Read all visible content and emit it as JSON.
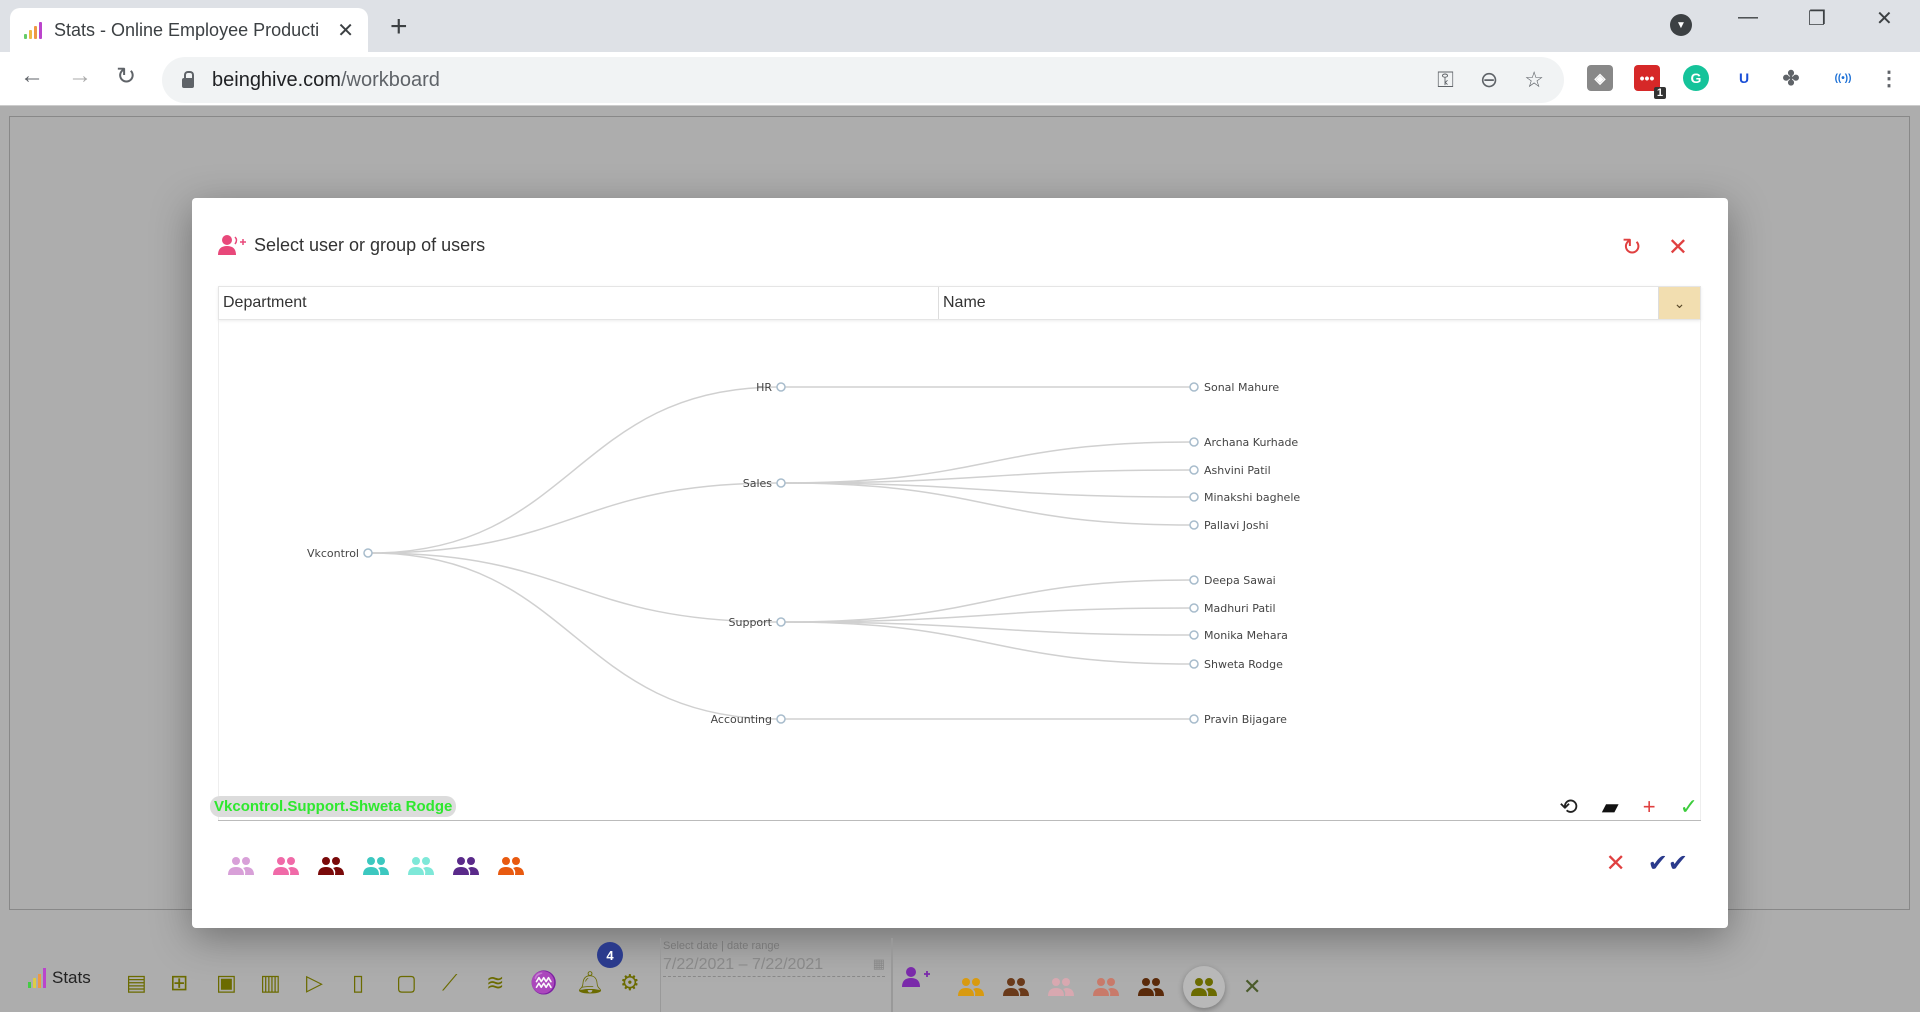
{
  "browser": {
    "tab_title": "Stats - Online Employee Producti",
    "url_host": "beinghive.com",
    "url_path": "/workboard",
    "extension_badge": "1"
  },
  "modal": {
    "title": "Select user or group of users",
    "columns": [
      "Department",
      "Name"
    ],
    "selected_path": "Vkcontrol.Support.Shweta Rodge",
    "tree": {
      "root": "Vkcontrol",
      "departments": [
        {
          "name": "HR",
          "members": [
            "Sonal Mahure"
          ]
        },
        {
          "name": "Sales",
          "members": [
            "Archana Kurhade",
            "Ashvini Patil",
            "Minakshi baghele",
            "Pallavi Joshi"
          ]
        },
        {
          "name": "Support",
          "members": [
            "Deepa Sawai",
            "Madhuri Patil",
            "Monika Mehara",
            "Shweta Rodge"
          ]
        },
        {
          "name": "Accounting",
          "members": [
            "Pravin Bijagare"
          ]
        }
      ]
    },
    "group_colors": [
      "#d8a0d8",
      "#f06aa8",
      "#7a0a0a",
      "#3cc8c0",
      "#7ee8d8",
      "#5a2a8a",
      "#e85a10"
    ]
  },
  "bottombar": {
    "app_label": "Stats",
    "notification_count": "4",
    "date_label": "Select date | date range",
    "date_value": "7/22/2021 – 7/22/2021",
    "group_colors": [
      "#d89a10",
      "#6a3a1a",
      "#d8a8b0",
      "#c87a6a",
      "#5a2a0a",
      "#6b6b00"
    ]
  }
}
